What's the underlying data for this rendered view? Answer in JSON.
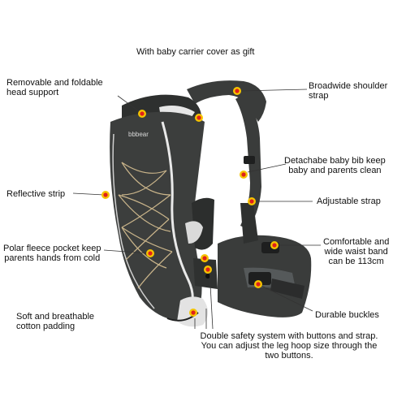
{
  "labels": {
    "cover_gift": "With baby carrier cover as gift",
    "head_support": "Removable and foldable\nhead support",
    "shoulder_strap": "Broadwide shoulder\nstrap",
    "baby_bib": "Detachabe baby bib keep\nbaby and parents clean",
    "reflective_strip": "Reflective strip",
    "adjustable_strap": "Adjustable strap",
    "fleece_pocket": "Polar fleece pocket keep\nparents hands from cold",
    "waist_band": "Comfortable and\nwide waist band\ncan be 113cm",
    "durable_buckles": "Durable buckles",
    "cotton_padding": "Soft and breathable\ncotton padding",
    "safety_system": "Double safety system with buttons and strap.\nYou can adjust the leg hoop size through the\ntwo buttons."
  },
  "product": {
    "brand_logo": "bbbear"
  },
  "colors": {
    "carrier_body": "#3c3e3d",
    "carrier_dark": "#2a2c2b",
    "reflective": "#e9e9e9",
    "cord": "#c9b48a",
    "marker_outer": "#f5c400",
    "marker_inner": "#e0201b",
    "leader_line": "#333333"
  }
}
